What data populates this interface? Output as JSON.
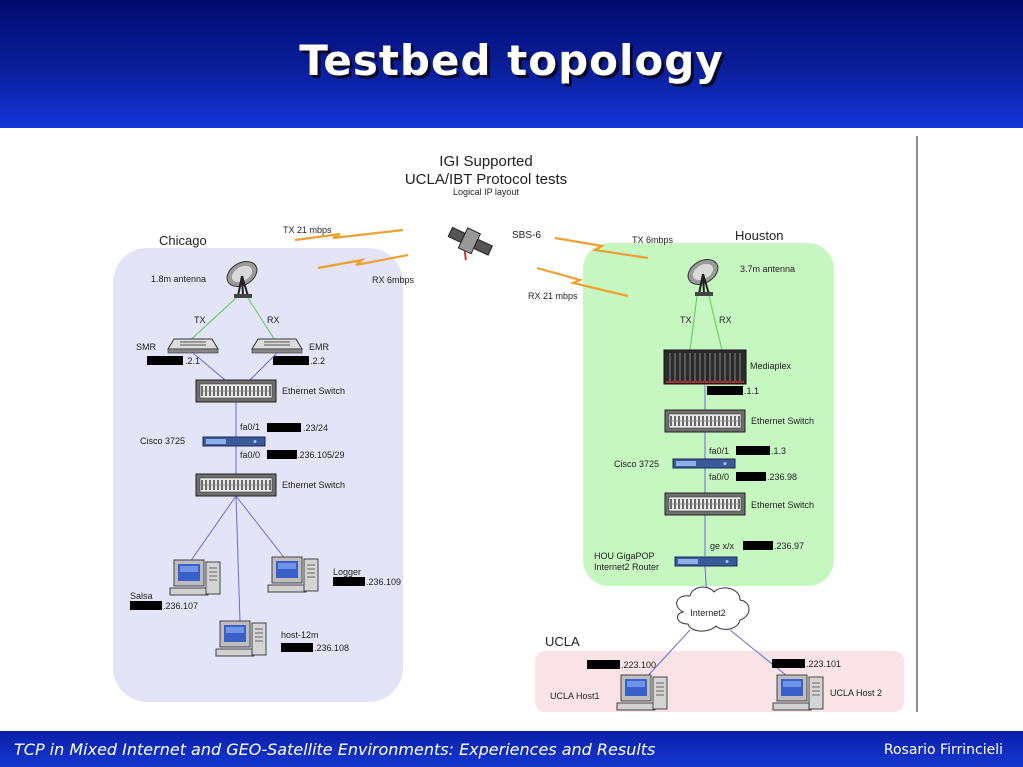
{
  "slide": {
    "title": "Testbed topology",
    "footer_left": "TCP in Mixed Internet and GEO-Satellite Environments: Experiences and Results",
    "footer_right": "Rosario Firrincieli"
  },
  "diagram": {
    "title_line1": "IGI Supported",
    "title_line2": "UCLA/IBT Protocol tests",
    "subtitle": "Logical IP layout",
    "satellite": "SBS-6",
    "links": {
      "chicago_tx": "TX 21 mbps",
      "chicago_rx": "RX 6mbps",
      "houston_tx": "TX 6mbps",
      "houston_rx": "RX 21 mbps"
    },
    "chicago": {
      "label": "Chicago",
      "antenna": "1.8m antenna",
      "tx": "TX",
      "rx": "RX",
      "smr": "SMR",
      "smr_ip": ".2.1",
      "emr": "EMR",
      "emr_ip": ".2.2",
      "switch1": "Ethernet Switch",
      "router": "Cisco 3725",
      "fa01": "fa0/1",
      "fa01_ip": ".23/24",
      "fa00": "fa0/0",
      "fa00_ip": ".236.105/29",
      "switch2": "Ethernet Switch",
      "salsa": "Salsa",
      "salsa_ip": ".236.107",
      "logger": "Logger",
      "logger_ip": ".236.109",
      "host12m": "host-12m",
      "host12m_ip": ".236.108"
    },
    "houston": {
      "label": "Houston",
      "antenna": "3.7m antenna",
      "tx": "TX",
      "rx": "RX",
      "mediaplex": "Mediaplex",
      "mediaplex_ip": ".1.1",
      "switch1": "Ethernet Switch",
      "router": "Cisco 3725",
      "fa01": "fa0/1",
      "fa01_ip": ".1.3",
      "fa00": "fa0/0",
      "fa00_ip": ".236.98",
      "switch2": "Ethernet Switch",
      "gigapop_line1": "HOU GigaPOP",
      "gigapop_line2": "Internet2 Router",
      "ge": "ge x/x",
      "ge_ip": ".236.97"
    },
    "internet2": "Internet2",
    "ucla": {
      "label": "UCLA",
      "host1": "UCLA Host1",
      "host1_ip": ".223.100",
      "host2": "UCLA Host 2",
      "host2_ip": ".223.101"
    }
  },
  "colors": {
    "header_blue": "#0a1f9c",
    "chicago_region": "#e3e4f7",
    "houston_region": "#c6f7c1",
    "ucla_region": "#f9e3e6",
    "redaction": "#000000",
    "link_orange": "#f0a030"
  }
}
